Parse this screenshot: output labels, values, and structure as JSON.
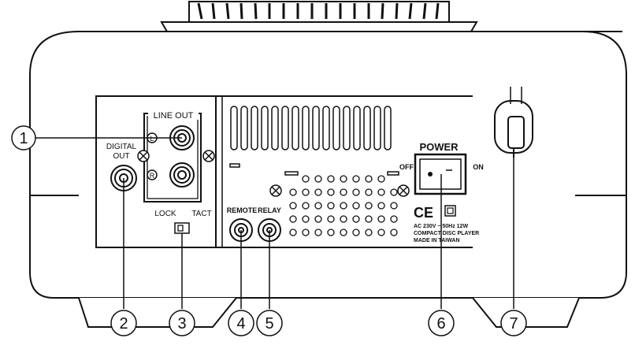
{
  "labels": {
    "line_out": "LINE OUT",
    "digital_out_1": "DIGITAL",
    "digital_out_2": "OUT",
    "left": "L",
    "right": "R",
    "lock": "LOCK",
    "tact": "TACT",
    "remote": "REMOTE",
    "relay": "RELAY",
    "power": "POWER",
    "off": "OFF",
    "on": "ON",
    "ce_mark": "CE",
    "spec_line_1": "AC 230V ~ 50Hz 12W",
    "spec_line_2": "COMPACT DISC PLAYER",
    "spec_line_3": "MADE IN TAIWAN"
  },
  "callouts": [
    "1",
    "2",
    "3",
    "4",
    "5",
    "6",
    "7"
  ]
}
